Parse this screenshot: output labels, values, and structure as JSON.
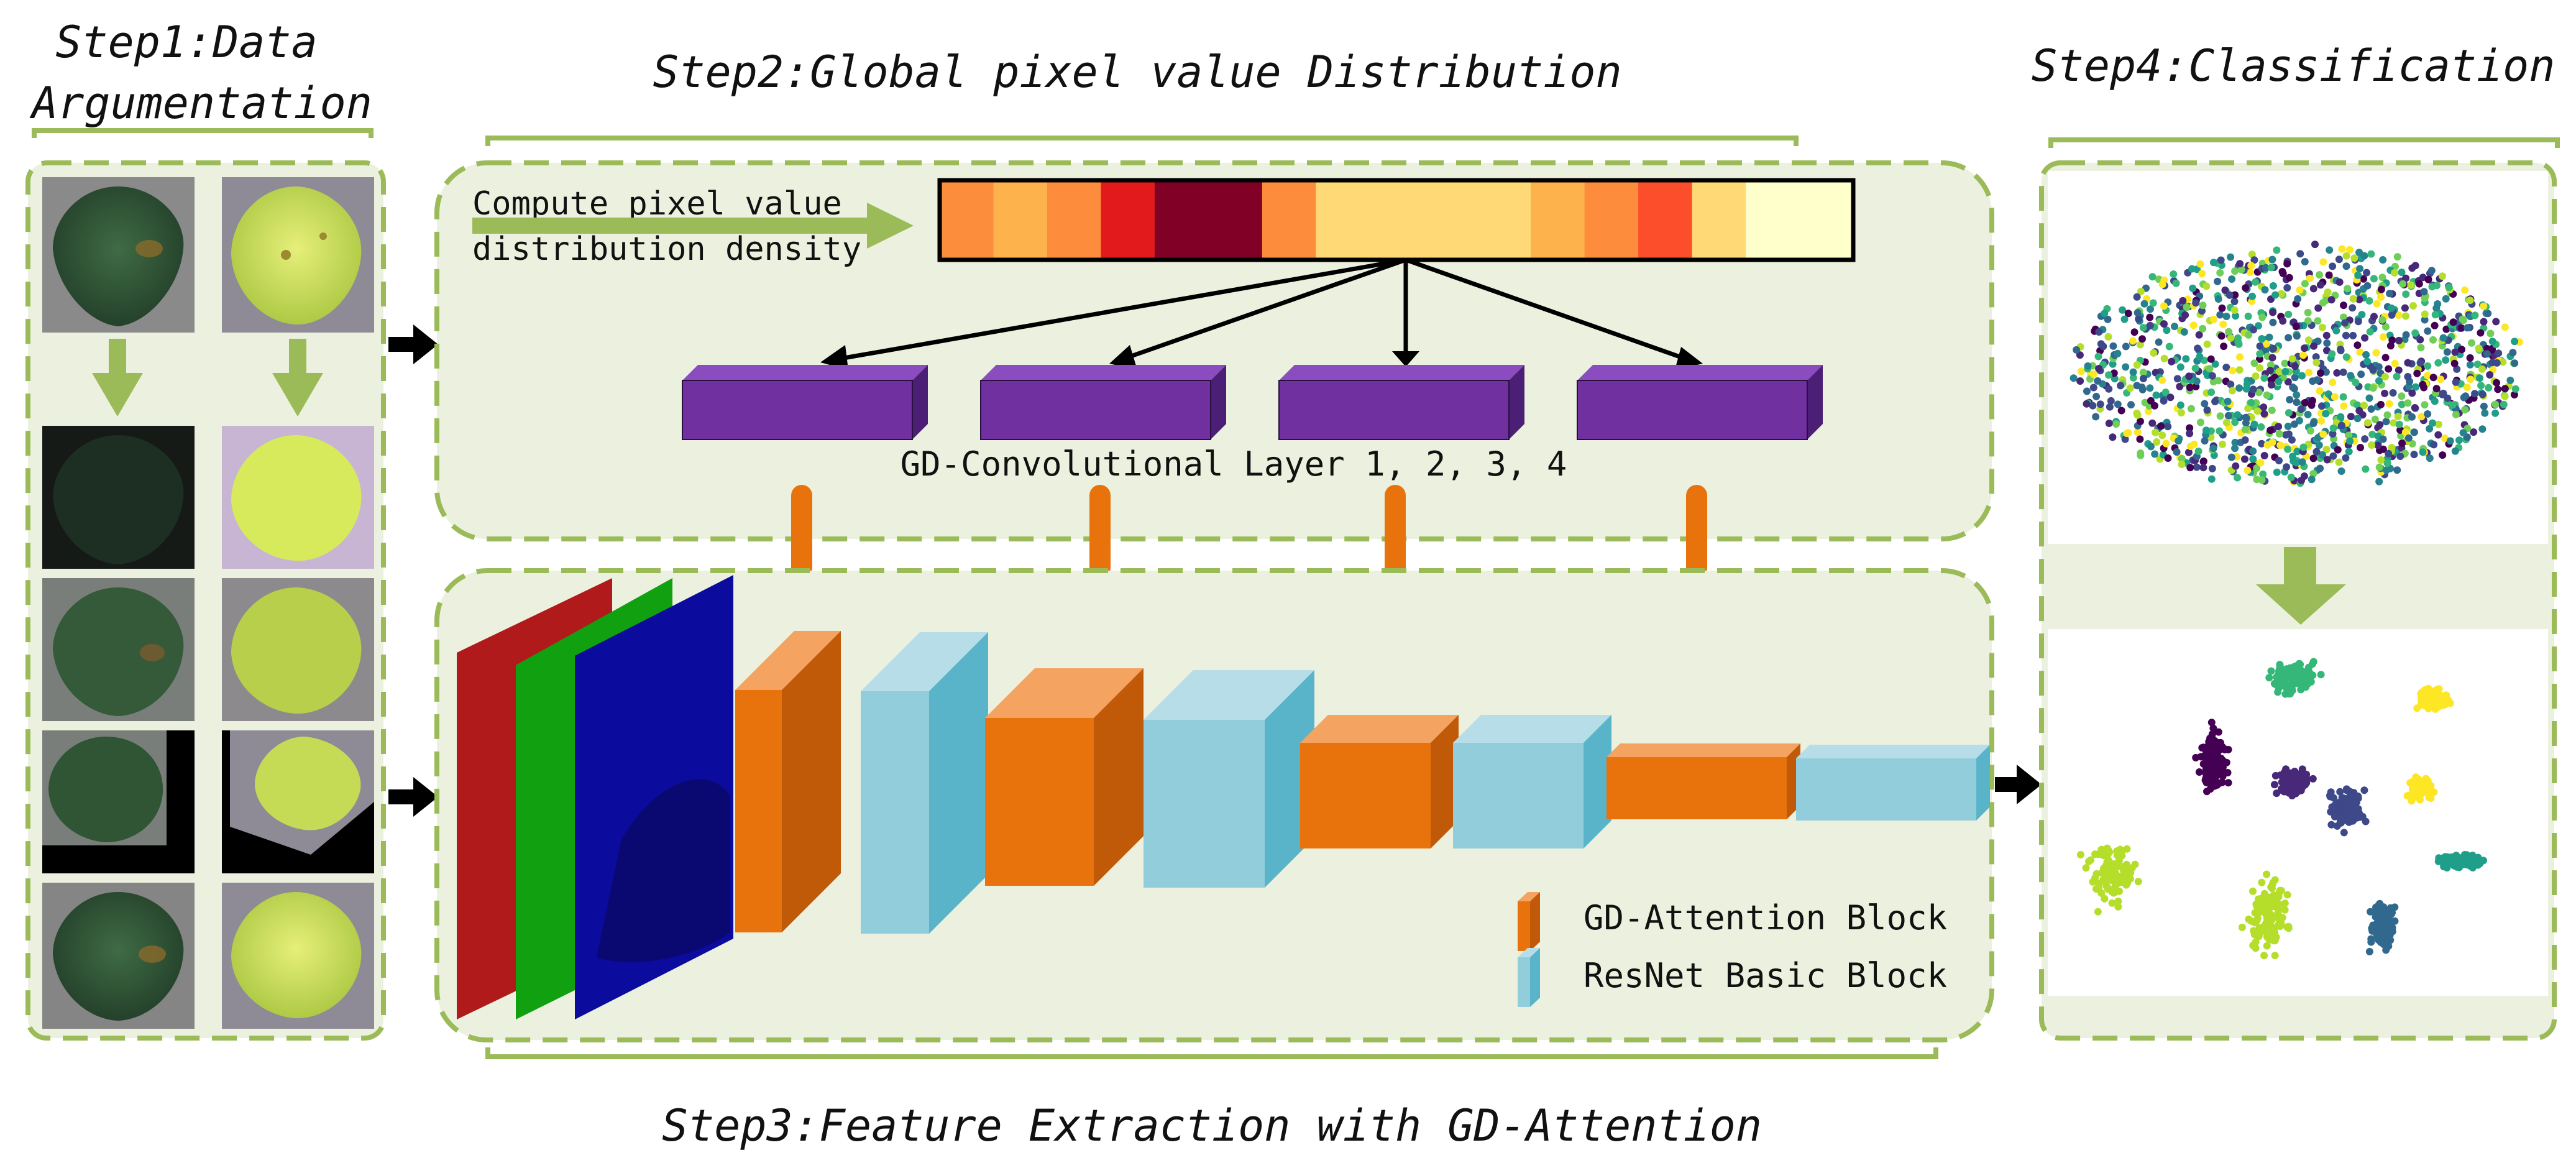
{
  "titles": {
    "step1_line1": "Step1:Data",
    "step1_line2": "Argumentation",
    "step2": "Step2:Global pixel value Distribution",
    "step3": "Step3:Feature Extraction with GD-Attention",
    "step4": "Step4:Classification"
  },
  "step2": {
    "compute_line1": "Compute pixel value",
    "compute_line2": "distribution density",
    "layers_label": "GD-Convolutional Layer 1, 2, 3, 4",
    "density_colors": [
      "#fb8d3c",
      "#feb24c",
      "#fd8d3c",
      "#e31a1c",
      "#800026",
      "#fd8d3c",
      "#fed976",
      "#fed976",
      "#fed976",
      "#feb24c",
      "#fd8d3c",
      "#fc4e2a",
      "#fed976",
      "#ffffcc"
    ],
    "layer_color": "#7030a0"
  },
  "legend": {
    "attention_label": "GD-Attention Block",
    "resnet_label": "ResNet Basic Block",
    "attention_color": "#e8720c",
    "resnet_color": "#92cddc"
  },
  "colors": {
    "panel_fill": "#ebf1de",
    "panel_border": "#9bbb59",
    "green_arrow": "#9bbb59",
    "orange_arrow": "#e8720c"
  }
}
